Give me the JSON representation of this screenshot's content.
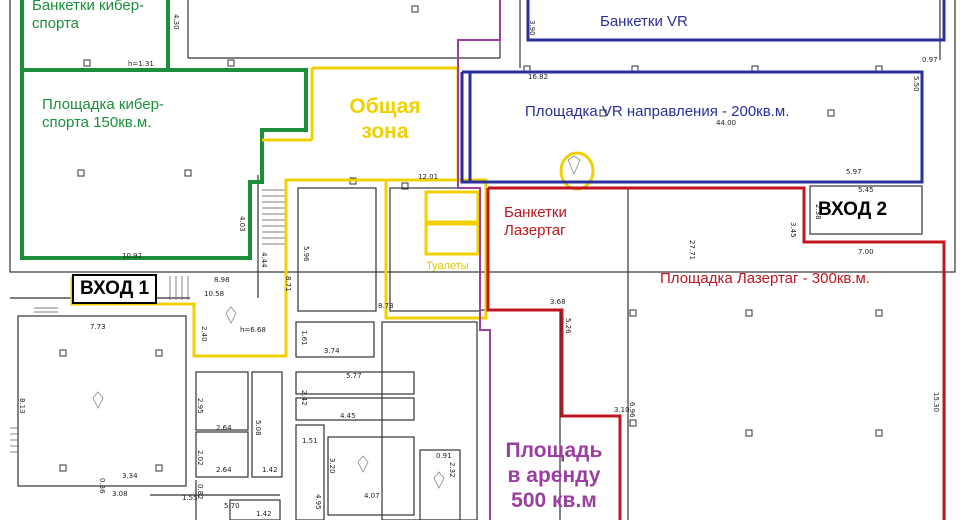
{
  "labels": {
    "cyber_benches": "Банкетки кибер-\nспорта",
    "cyber_area": "Площадка кибер-\nспорта 150кв.м.",
    "common_zone": "Общая\nзона",
    "vr_benches": "Банкетки VR",
    "vr_area": "Площадка VR направления - 200кв.м.",
    "laser_benches": "Банкетки\nЛазертаг",
    "laser_area": "Площадка Лазертаг - 300кв.м.",
    "toilets": "Туалеты",
    "rent_area": "Площадь\nв аренду\n500 кв.м",
    "entrance_1": "ВХОД 1",
    "entrance_2": "ВХОД 2"
  },
  "dimensions": {
    "d430": "4.30",
    "d390": "3.90",
    "d1682": "16.82",
    "d097": "0.97",
    "d550": "5.50",
    "d4400": "44.00",
    "d597": "5.97",
    "d1201": "12.01",
    "d545": "5.45",
    "d238": "2.38",
    "d345": "3.45",
    "d700": "7.00",
    "d2771": "27.71",
    "d1092": "10.92",
    "d403": "4.03",
    "d898": "8.98",
    "d1058": "10.58",
    "d444": "4.44",
    "d871": "8.71",
    "d596": "5.96",
    "d873": "8.73",
    "d368": "3.68",
    "d526": "5.26",
    "d310": "3.10",
    "d696": "6.96",
    "d1530": "15.30",
    "d773": "7.73",
    "d813": "8.13",
    "d240": "2.40",
    "d161": "1.61",
    "d374": "3.74",
    "d577": "5.77",
    "d295": "2.95",
    "d508": "5.08",
    "d264a": "2.64",
    "d202": "2.02",
    "d264b": "2.64",
    "d142a": "1.42",
    "d334": "3.34",
    "d308": "3.08",
    "d155": "1.55",
    "d570": "5.70",
    "d142b": "1.42",
    "d242": "2.42",
    "d445": "4.45",
    "d151": "1.51",
    "d320": "3.20",
    "d091": "0.91",
    "d232": "2.32",
    "d407": "4.07",
    "d495": "4.95",
    "d668": "h=6.68",
    "d131": "h=1.31",
    "d036": "0.36",
    "d082": "0.82"
  },
  "colors": {
    "cyber": "#1b8f3a",
    "common": "#f1d000",
    "vr": "#2a2f99",
    "laser": "#c0141e",
    "rent": "#9a3fa0",
    "walls": "#333333"
  }
}
